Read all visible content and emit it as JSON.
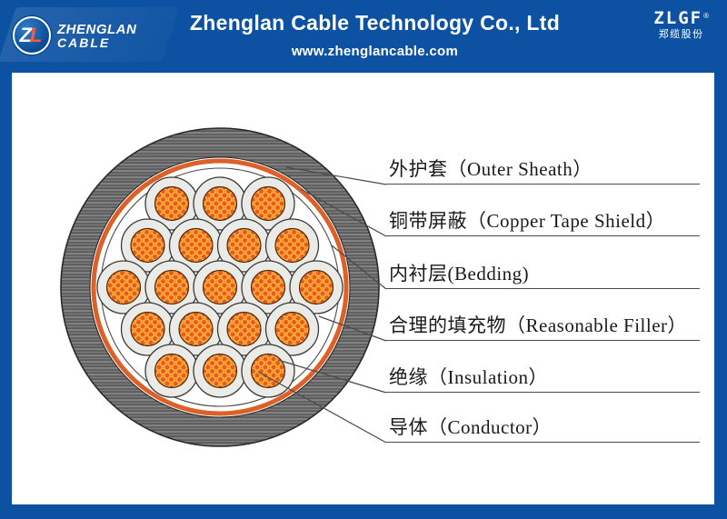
{
  "header": {
    "background_color": "#0d52a2",
    "text_color": "#ffffff",
    "logo_left": {
      "monogram_z": "Z",
      "monogram_l": "L",
      "name_line1": "ZHENGLAN",
      "name_line2": "CABLE"
    },
    "title": "Zhenglan Cable Technology Co., Ltd",
    "website": "www.zhenglancable.com",
    "logo_right": {
      "name": "ZLGF",
      "reg_mark": "®",
      "subtitle": "郑缆股份"
    }
  },
  "diagram": {
    "type": "cable-cross-section",
    "core_count": 19,
    "labels": [
      {
        "id": "outer-sheath",
        "text": "外护套（Outer Sheath）"
      },
      {
        "id": "copper-tape-shield",
        "text": "铜带屏蔽（Copper Tape Shield）"
      },
      {
        "id": "bedding",
        "text": "内衬层(Bedding)"
      },
      {
        "id": "reasonable-filler",
        "text": "合理的填充物（Reasonable Filler）"
      },
      {
        "id": "insulation",
        "text": "绝缘（Insulation）"
      },
      {
        "id": "conductor",
        "text": "导体（Conductor）"
      }
    ],
    "colors": {
      "sheath_gray": "#707070",
      "copper_tape_orange": "#dd6028",
      "bedding_white": "#ffffff",
      "insulation_gray": "#e9e9e6",
      "conductor_orange": "#f6941d"
    }
  }
}
